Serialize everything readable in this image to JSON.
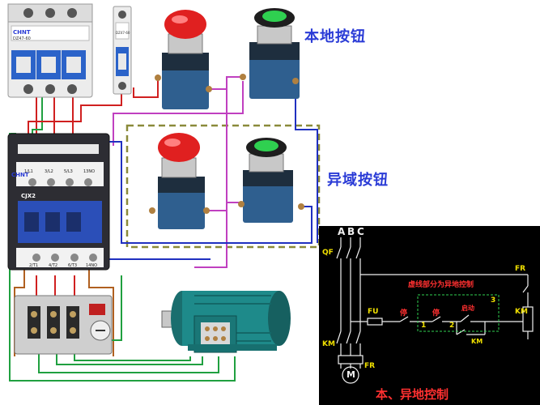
{
  "labels": {
    "local_buttons": "本地按钮",
    "remote_buttons": "异域按钮"
  },
  "breakers": {
    "main_brand": "CHNT",
    "main_model": "DZ47-60",
    "single_model": "DZ47-60"
  },
  "contactor": {
    "brand": "CHNT",
    "model": "CJX2",
    "top_terminals": [
      "1/L1",
      "3/L2",
      "5/L3",
      "13NO"
    ],
    "bottom_terminals": [
      "2/T1",
      "4/T2",
      "6/T3",
      "14NO"
    ]
  },
  "schematic": {
    "phases": [
      "A",
      "B",
      "C"
    ],
    "labels": {
      "qf": "QF",
      "fu": "FU",
      "fr_top": "FR",
      "fr_bottom": "FR",
      "km_left": "KM",
      "km_right": "KM",
      "km_coil_box": "KM",
      "stop_1": "停",
      "stop_2": "停",
      "start": "启动",
      "node_1": "1",
      "node_2": "2",
      "node_3": "3",
      "motor": "M"
    },
    "dashed_note": "虚线部分为异地控制",
    "title": "本、异地控制"
  },
  "colors": {
    "label_blue": "#2a3bd6",
    "schematic_bg": "#000000",
    "schematic_yellow": "#f0e000",
    "schematic_red": "#ff3030",
    "dashed_box_green": "#8a8a3a",
    "wire_red": "#d02020",
    "wire_blue": "#2030c0",
    "wire_green": "#20a040",
    "wire_purple": "#c040c0",
    "wire_brown": "#b06020",
    "motor_teal": "#1e8a8a"
  }
}
